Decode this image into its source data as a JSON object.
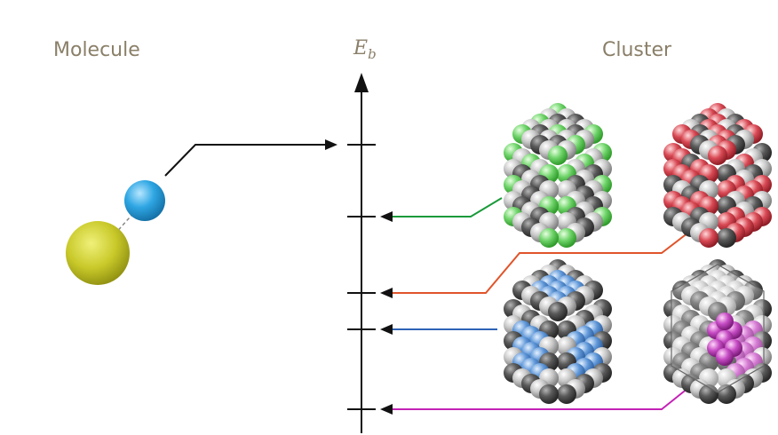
{
  "headings": {
    "molecule": "Molecule",
    "cluster": "Cluster",
    "axis_symbol": "E",
    "axis_subscript": "b"
  },
  "colors": {
    "heading": "#8a7f68",
    "axis": "#111111",
    "molecule_arrow": "#111111",
    "green": "#1a9a3a",
    "red": "#e0542a",
    "blue": "#2f63b5",
    "magenta": "#c422b5",
    "atom_dark": "#5a5a5a",
    "atom_light": "#c8c8c8",
    "atom_yellow": "#c9c92a",
    "atom_cyan": "#2ea6e3",
    "atom_green_dopant": "#6fd46a",
    "atom_red_dopant": "#d94a55",
    "atom_blue_dopant": "#5f97d8",
    "atom_magenta_dopant": "#c64cc4"
  },
  "levels": [
    {
      "id": "molecule",
      "rank": 1,
      "color": "molecule_arrow"
    },
    {
      "id": "green-dopant-cluster",
      "rank": 2,
      "color": "green"
    },
    {
      "id": "red-dopant-cluster",
      "rank": 3,
      "color": "red"
    },
    {
      "id": "blue-core-cluster",
      "rank": 4,
      "color": "blue"
    },
    {
      "id": "magenta-core-cluster",
      "rank": 5,
      "color": "magenta"
    }
  ],
  "clusters": [
    {
      "id": "green-dopant-cluster",
      "dopant": "atom_green_dopant",
      "pattern": "corners"
    },
    {
      "id": "red-dopant-cluster",
      "dopant": "atom_red_dopant",
      "pattern": "surface"
    },
    {
      "id": "blue-core-cluster",
      "dopant": "atom_blue_dopant",
      "pattern": "center"
    },
    {
      "id": "magenta-core-cluster",
      "dopant": "atom_magenta_dopant",
      "pattern": "core"
    }
  ]
}
